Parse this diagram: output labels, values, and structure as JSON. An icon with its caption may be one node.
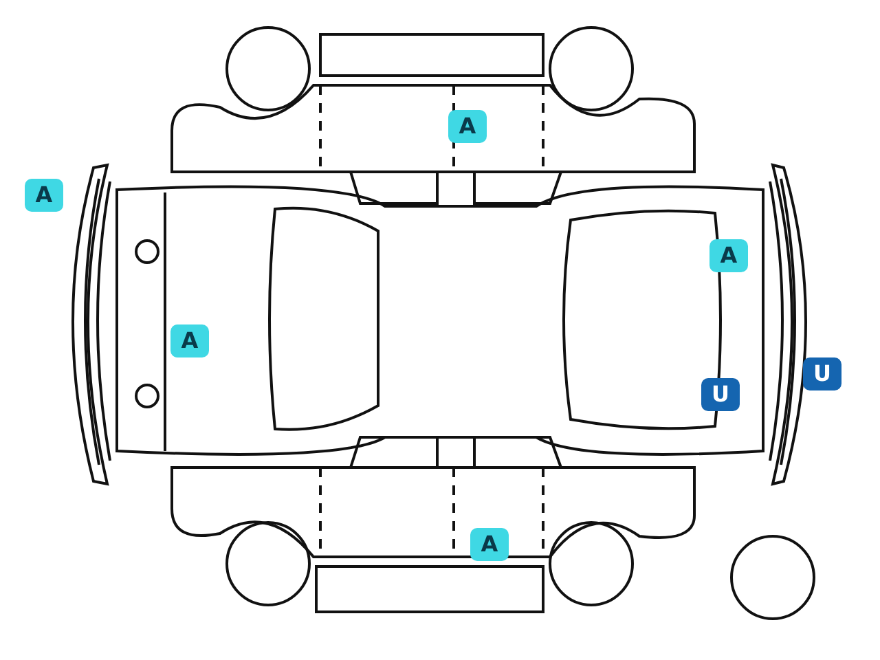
{
  "diagram": {
    "labels": [
      "A",
      "A",
      "A",
      "A",
      "U",
      "U",
      "A"
    ]
  }
}
